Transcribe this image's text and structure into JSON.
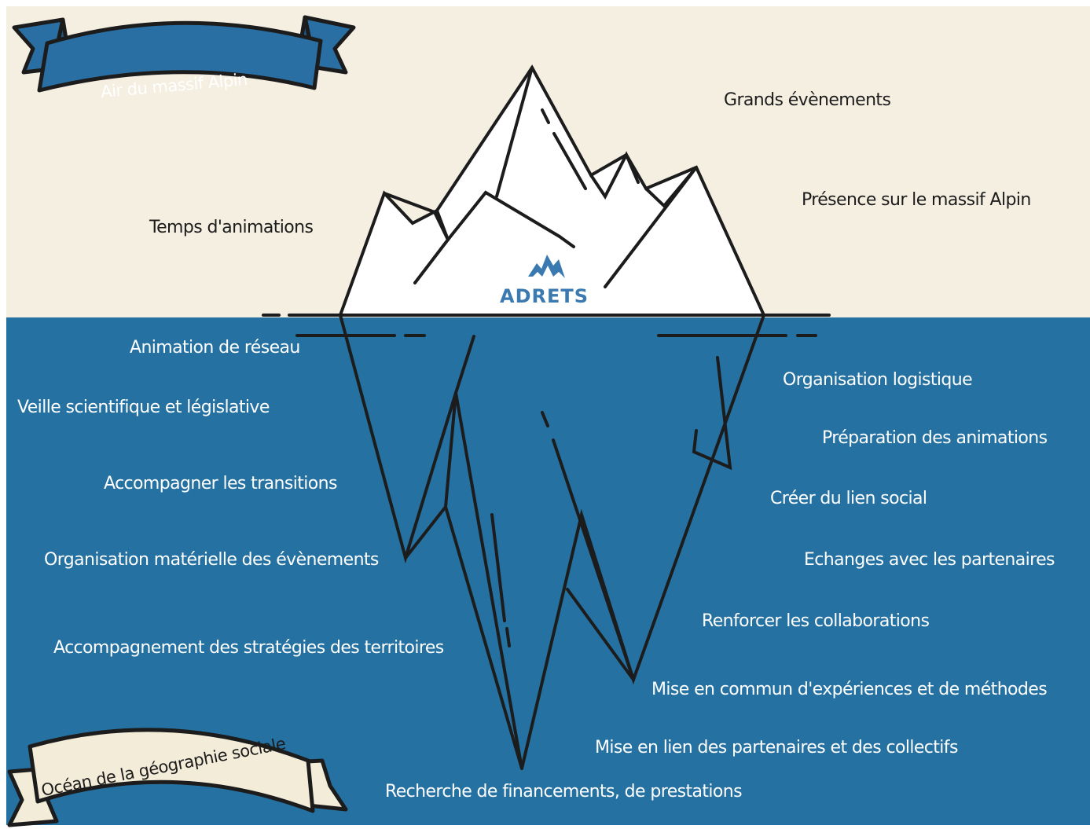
{
  "banners": {
    "top": "Air du massif Alpin",
    "bottom": "Océan de la géographie sociale"
  },
  "logo": {
    "text": "ADRETS",
    "color": "#3a7ab0",
    "icon": "mountain-icon"
  },
  "colors": {
    "sky": "#f5efe2",
    "ocean": "#2571a2",
    "banner_blue": "#2a6fa3",
    "banner_cream": "#f3ecd8",
    "outline": "#1c1c1c"
  },
  "above_water": [
    "Grands évènements",
    "Présence sur le massif Alpin",
    "Temps d'animations"
  ],
  "below_water": [
    "Animation de réseau",
    "Veille scientifique et législative",
    "Accompagner les transitions",
    "Organisation matérielle des évènements",
    "Accompagnement des stratégies des territoires",
    "Organisation logistique",
    "Préparation des animations",
    "Créer du lien social",
    "Echanges avec les partenaires",
    "Renforcer les collaborations",
    "Mise en commun d'expériences et de méthodes",
    "Mise en lien des partenaires et des collectifs",
    "Recherche de financements, de prestations"
  ]
}
